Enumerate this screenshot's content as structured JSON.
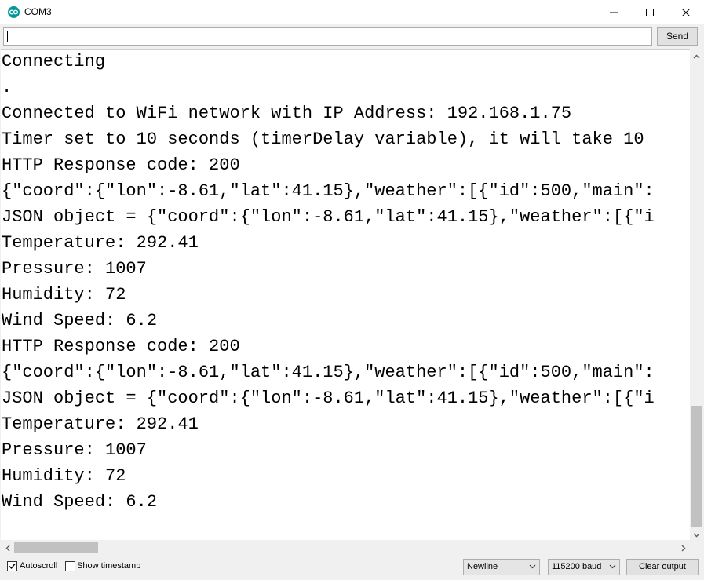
{
  "window": {
    "title": "COM3",
    "app_icon": "arduino-icon"
  },
  "toolbar": {
    "input_value": "",
    "send_label": "Send"
  },
  "output": {
    "lines": [
      "Connecting",
      ".",
      "Connected to WiFi network with IP Address: 192.168.1.75",
      "Timer set to 10 seconds (timerDelay variable), it will take 10",
      "HTTP Response code: 200",
      "{\"coord\":{\"lon\":-8.61,\"lat\":41.15},\"weather\":[{\"id\":500,\"main\":",
      "JSON object = {\"coord\":{\"lon\":-8.61,\"lat\":41.15},\"weather\":[{\"i",
      "Temperature: 292.41",
      "Pressure: 1007",
      "Humidity: 72",
      "Wind Speed: 6.2",
      "HTTP Response code: 200",
      "{\"coord\":{\"lon\":-8.61,\"lat\":41.15},\"weather\":[{\"id\":500,\"main\":",
      "JSON object = {\"coord\":{\"lon\":-8.61,\"lat\":41.15},\"weather\":[{\"i",
      "Temperature: 292.41",
      "Pressure: 1007",
      "Humidity: 72",
      "Wind Speed: 6.2"
    ]
  },
  "statusbar": {
    "autoscroll_label": "Autoscroll",
    "autoscroll_checked": true,
    "timestamp_label": "Show timestamp",
    "timestamp_checked": false,
    "line_ending": "Newline",
    "baud_rate": "115200 baud",
    "clear_label": "Clear output"
  },
  "colors": {
    "app_icon": "#00979c",
    "scroll_thumb": "#c1c1c1"
  }
}
